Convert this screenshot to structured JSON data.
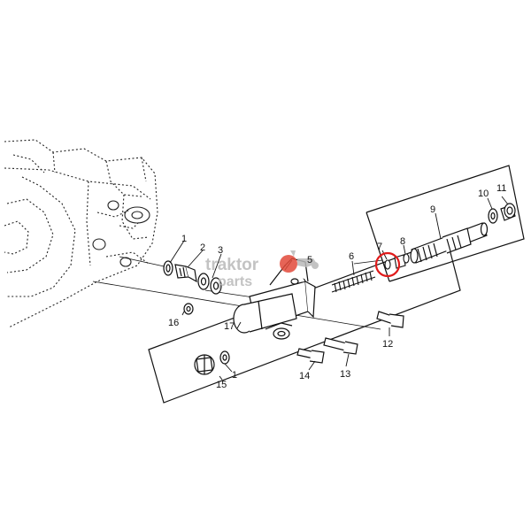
{
  "watermark": {
    "line1": "traktor",
    "line2": "parts",
    "color": "#b9b9b9",
    "logo_color": "#e24a3a"
  },
  "highlight": {
    "part": "7",
    "color": "#e01b1b"
  },
  "callouts": {
    "c1a": "1",
    "c1b": "1",
    "c2": "2",
    "c3": "3",
    "c5": "5",
    "c6": "6",
    "c7": "7",
    "c8": "8",
    "c9": "9",
    "c10": "10",
    "c11": "11",
    "c12": "12",
    "c13": "13",
    "c14": "14",
    "c15": "15",
    "c16": "16",
    "c17": "17"
  }
}
